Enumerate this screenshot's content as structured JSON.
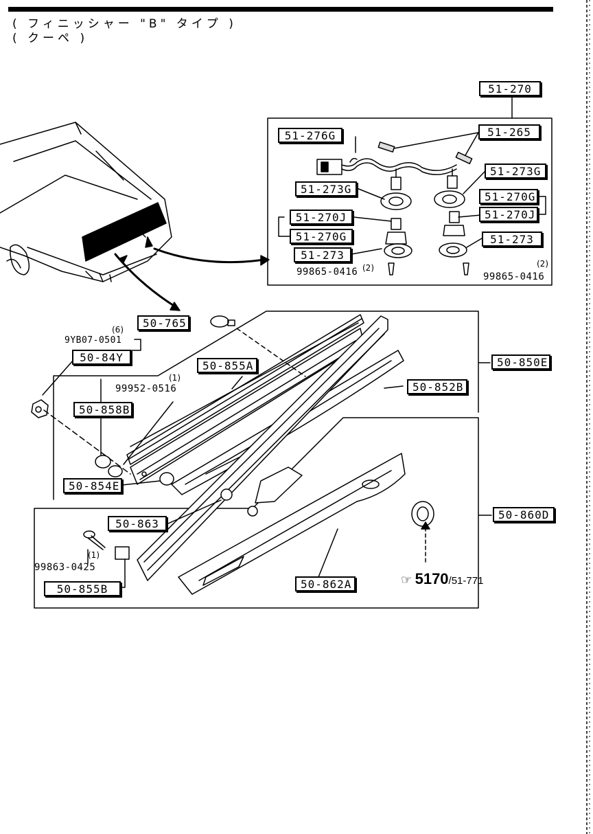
{
  "header": {
    "line1": "( フィニッシャー \"B\" タイプ )",
    "line2": "( クーペ )"
  },
  "labels": {
    "l_51_270": "51-270",
    "l_51_276G": "51-276G",
    "l_51_265": "51-265",
    "l_51_273G_left": "51-273G",
    "l_51_273G_right": "51-273G",
    "l_51_270J_left": "51-270J",
    "l_51_270G_left": "51-270G",
    "l_51_273_left": "51-273",
    "l_51_270G_right": "51-270G",
    "l_51_270J_right": "51-270J",
    "l_51_273_right": "51-273",
    "l_50_765": "50-765",
    "l_50_84Y": "50-84Y",
    "l_50_855A": "50-855A",
    "l_50_850E": "50-850E",
    "l_50_858B": "50-858B",
    "l_50_852B": "50-852B",
    "l_50_854E": "50-854E",
    "l_50_863": "50-863",
    "l_50_860D": "50-860D",
    "l_50_855B": "50-855B",
    "l_50_862A": "50-862A"
  },
  "part_numbers": {
    "p_99865_left": "99865-0416",
    "p_99865_right": "99865-0416",
    "p_9YB07": "9YB07-0501",
    "p_99952": "99952-0516",
    "p_99863": "99863-0425"
  },
  "quantities": {
    "q_99865_left": "(2)",
    "q_99865_right": "(2)",
    "q_9YB07": "(6)",
    "q_99952": "(1)",
    "q_99863": "(1)"
  },
  "reference": {
    "hand_icon": "pointing-hand-icon",
    "major": "5170",
    "minor": "/51-771"
  }
}
